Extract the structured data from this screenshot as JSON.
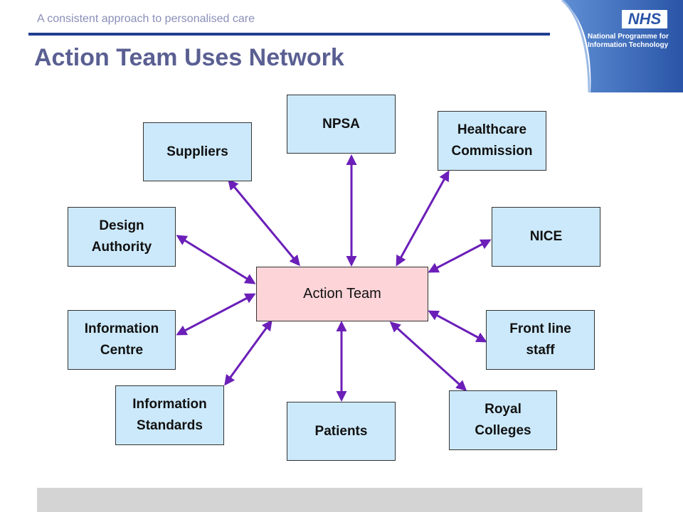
{
  "header": {
    "tagline": "A consistent approach to personalised care",
    "title": "Action Team Uses Network"
  },
  "branding": {
    "logo_text": "NHS",
    "programme_text": "National Programme for Information Technology"
  },
  "diagram": {
    "center": "Action Team",
    "nodes": {
      "npsa": "NPSA",
      "suppliers": "Suppliers",
      "healthcare_commission": "Healthcare\nCommission",
      "design_authority": "Design\nAuthority",
      "nice": "NICE",
      "information_centre": "Information\nCentre",
      "front_line_staff": "Front line\nstaff",
      "information_standards": "Information\nStandards",
      "patients": "Patients",
      "royal_colleges": "Royal\nColleges"
    }
  },
  "colors": {
    "node_fill": "#cce9fb",
    "center_fill": "#fdd4d8",
    "arrow": "#6b1fb8",
    "title": "#5a5f92",
    "rule": "#1f3f8f"
  }
}
